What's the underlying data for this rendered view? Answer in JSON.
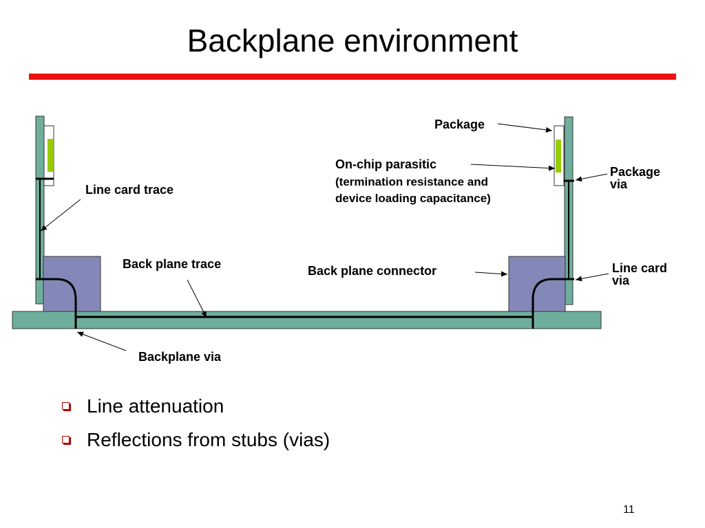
{
  "slide": {
    "title": "Backplane environment",
    "page_number": "11"
  },
  "diagram": {
    "labels": {
      "package": "Package",
      "on_chip_parasitic": "On-chip parasitic",
      "on_chip_detail_line1": "(termination resistance and",
      "on_chip_detail_line2": "device loading capacitance)",
      "package_via_line1": "Package",
      "package_via_line2": "via",
      "line_card_trace": "Line card trace",
      "back_plane_trace": "Back plane trace",
      "back_plane_connector": "Back plane connector",
      "line_card_via_line1": "Line card",
      "line_card_via_line2": "via",
      "backplane_via": "Backplane via"
    },
    "colors": {
      "board": "#6fae9c",
      "connector": "#8488b8",
      "die": "#99cc00",
      "trace": "#000000",
      "accent_rule": "#ee1111"
    }
  },
  "bullets": [
    "Line attenuation",
    "Reflections from stubs (vias)"
  ]
}
